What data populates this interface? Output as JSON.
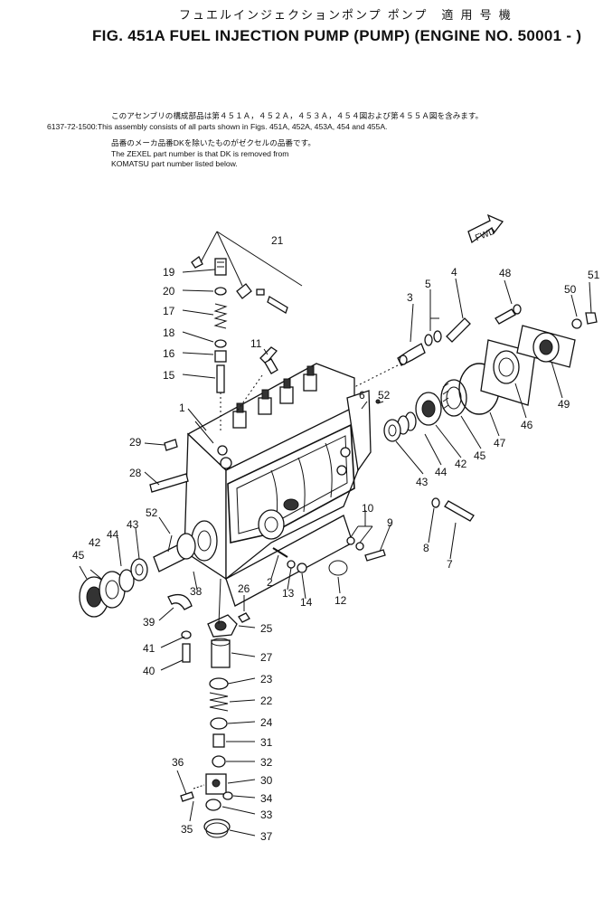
{
  "header": {
    "title_jp": "フュエルインジェクションポンプ ポンプ　適 用 号 機",
    "title_en": "FIG. 451A  FUEL INJECTION PUMP (PUMP) (ENGINE NO. 50001 - )"
  },
  "notes": {
    "line1_jp": "このアセンブリの構成部品は第４５１Ａ，４５２Ａ，４５３Ａ，４５４図および第４５５Ａ図を含みます。",
    "part_no": "6137-72-1500:",
    "line2_en": "This assembly consists of all parts shown in Figs. 451A, 452A, 453A, 454 and 455A.",
    "line3_jp": "品番のメーカ品番DKを除いたものがゼクセルの品番です。",
    "line4_en": "The ZEXEL part number is that DK is removed from",
    "line5_en": "KOMATSU part number listed below."
  },
  "fwd_label": "FWD",
  "callouts": [
    "1",
    "2",
    "3",
    "4",
    "5",
    "6",
    "7",
    "8",
    "9",
    "10",
    "11",
    "12",
    "13",
    "14",
    "15",
    "16",
    "17",
    "18",
    "19",
    "20",
    "21",
    "22",
    "23",
    "24",
    "25",
    "26",
    "27",
    "28",
    "29",
    "30",
    "31",
    "32",
    "33",
    "34",
    "35",
    "36",
    "37",
    "38",
    "39",
    "40",
    "41",
    "42",
    "43",
    "44",
    "45",
    "46",
    "47",
    "48",
    "49",
    "50",
    "51",
    "52"
  ],
  "callouts_dup": {
    "c42b": "42",
    "c43b": "43",
    "c44b": "44",
    "c45b": "45",
    "c52b": "52"
  }
}
